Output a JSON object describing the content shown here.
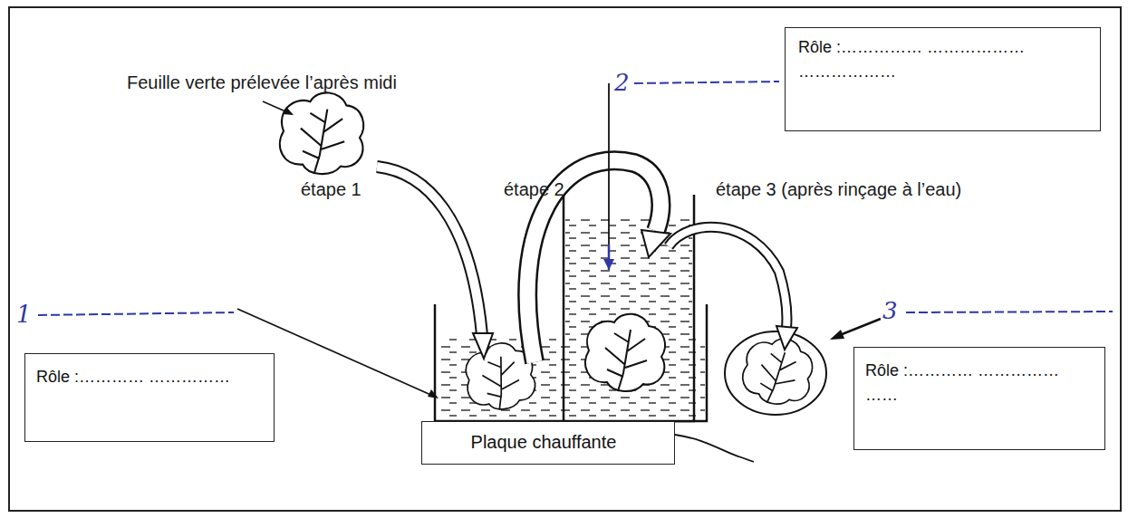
{
  "diagram": {
    "nodes": [
      {
        "text": [
          "Rôle :…………… ……………… ………………"
        ]
      },
      {
        "text": [
          "Rôle :………… ……………"
        ]
      },
      {
        "text": [
          "Plaque chauffante"
        ]
      },
      {
        "text": [
          "Rôle :………… …………… ……"
        ]
      }
    ],
    "labels": [
      "Feuille verte prélevée l’après midi",
      "étape 1",
      "étape 2",
      "étape 3 (après rinçage à l’eau)",
      "1",
      "2",
      "3"
    ]
  }
}
